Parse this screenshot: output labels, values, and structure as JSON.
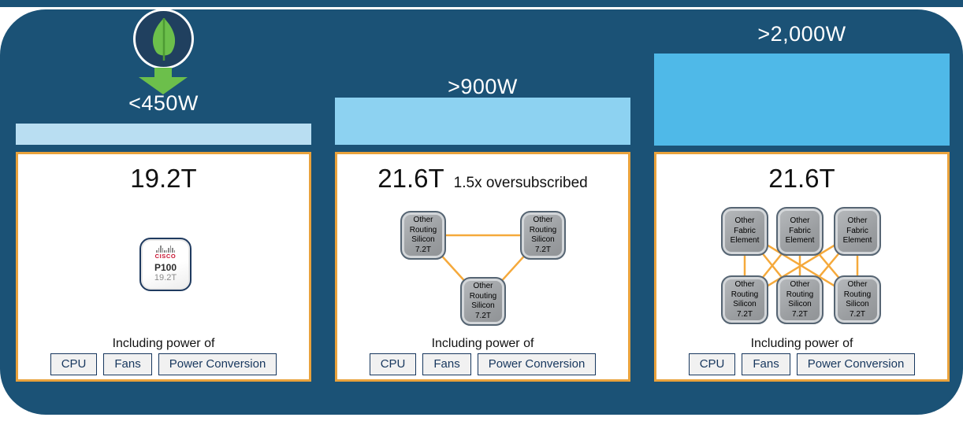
{
  "theme": {
    "background_navy": "#1B5276",
    "panel_border_orange": "#E9A23C",
    "connector_orange": "#F5A93B",
    "leaf_green": "#6CBF4B",
    "bar_colors": [
      "#B9DEF2",
      "#8DD2F1",
      "#4FB9E8"
    ],
    "button_navy": "#17375E"
  },
  "columns": [
    {
      "power_label": "<450W",
      "title": "19.2T",
      "chip": {
        "brand": "CISCO",
        "model": "P100",
        "capacity": "19.2T"
      },
      "footer": {
        "label": "Including power of",
        "buttons": [
          "CPU",
          "Fans",
          "Power Conversion"
        ]
      }
    },
    {
      "power_label": ">900W",
      "title": "21.6T",
      "subtitle": "1.5x oversubscribed",
      "chips": [
        "Other\nRouting\nSilicon\n7.2T",
        "Other\nRouting\nSilicon\n7.2T",
        "Other\nRouting\nSilicon\n7.2T"
      ],
      "footer": {
        "label": "Including power of",
        "buttons": [
          "CPU",
          "Fans",
          "Power Conversion"
        ]
      }
    },
    {
      "power_label": ">2,000W",
      "title": "21.6T",
      "chips_top": [
        "Other\nFabric\nElement",
        "Other\nFabric\nElement",
        "Other\nFabric\nElement"
      ],
      "chips_bottom": [
        "Other\nRouting\nSilicon\n7.2T",
        "Other\nRouting\nSilicon\n7.2T",
        "Other\nRouting\nSilicon\n7.2T"
      ],
      "footer": {
        "label": "Including power of",
        "buttons": [
          "CPU",
          "Fans",
          "Power Conversion"
        ]
      }
    }
  ]
}
